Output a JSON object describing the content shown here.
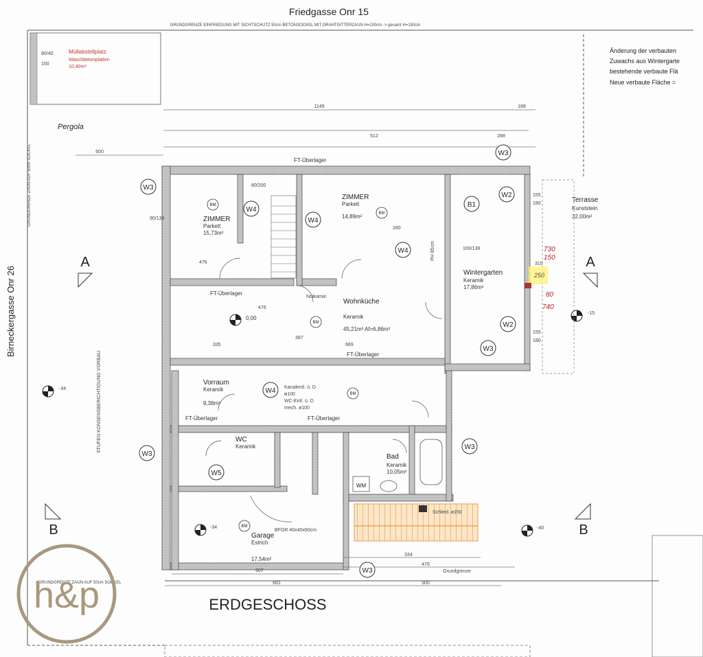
{
  "header": {
    "title": "Friedgasse Onr 15",
    "subtitle": "GRUNDGRENZE EINFRIEDUNG MIT SICHTSCHUTZ 50cm BETONSOCKEL MIT DRAHTGITTERZAUN H=100cm -> gesamt H=150cm"
  },
  "side_labels": {
    "left_street": "Birneckergasse Onr 26",
    "left_fence": "GRUNDGRENZE ZAUN AUF 50cm SOCKEL",
    "stairs_note": "STUFEN KONSENSBERICHTIGUNG VORBAU",
    "bottom_fence": "GRUNDGRENZE ZAUN AUF 50cm SOCKEL",
    "grundgrenze": "Grundgrenze"
  },
  "notes": [
    "Änderung der verbauten",
    "Zuwachs aus Wintergarte",
    "bestehende verbaute Flä",
    "Neue verbaute Fläche ="
  ],
  "muell": {
    "title": "Müllabstellplatz",
    "sub": "Waschbetonplatten",
    "area": "10,40m²",
    "dim1": "80/40",
    "dim2": "150"
  },
  "pergola": "Pergola",
  "rooms": {
    "zimmer1": {
      "name": "ZIMMER",
      "floor": "Parkett",
      "area": "15,73m²"
    },
    "zimmer2": {
      "name": "ZIMMER",
      "floor": "Parkett",
      "area": "14,89m²"
    },
    "wohnkueche": {
      "name": "Wohnküche",
      "floor": "Keramik",
      "area": "45,21m²  Af=6,86m²"
    },
    "wintergarten": {
      "name": "Wintergarten",
      "floor": "Keramik",
      "area": "17,86m²"
    },
    "terrasse": {
      "name": "Terrasse",
      "floor": "Kunststein",
      "area": "32,00m²"
    },
    "vorraum": {
      "name": "Vorraum",
      "floor": "Keramik",
      "area": "9,38m²"
    },
    "wc": {
      "name": "WC",
      "floor": "Keramik"
    },
    "bad": {
      "name": "Bad",
      "floor": "Keramik",
      "area": "10,05m²"
    },
    "garage": {
      "name": "Garage",
      "floor": "Estrich",
      "area": "17,54m²"
    }
  },
  "tags": {
    "w3": "W3",
    "w4": "W4",
    "w2": "W2",
    "w5": "W5",
    "b1": "B1",
    "bm": "BM",
    "wm": "WM"
  },
  "overlays": {
    "ft1": "FT-Überlager",
    "ft2": "FT-Überlager",
    "ft3": "FT-Überlager",
    "ft4": "FT-Überlager",
    "ft5": "FT-Überlager",
    "notkamin": "Notkamin",
    "kanal": "Kanalentl. ü. D",
    "kanal2": "ø100",
    "wc_entl": "WC-Entl. ü. D",
    "mech": "mech. ø100",
    "schlied": "Schlied. ø150",
    "garage_note": "BFGR 40x40x60cm",
    "level": "0,00"
  },
  "sections": {
    "a": "A",
    "b": "B"
  },
  "dimensions": {
    "d1149": "1149",
    "d188": "188",
    "d500": "500",
    "d512": "512",
    "d288": "288",
    "d476": "476",
    "d387": "387",
    "d335": "335",
    "d669": "669",
    "d681": "681",
    "d607": "607",
    "d334": "334",
    "d476b": "476",
    "d500b": "500",
    "d155": "155",
    "d180": "180",
    "d280": "280",
    "d315": "315",
    "d100_139": "100/139",
    "d90_139": "90/139",
    "d80_200": "80/200",
    "m34": "-34",
    "m15": "-15",
    "m40": "-40",
    "pn85": "PH 85cm",
    "hand1": "730",
    "hand2": "150",
    "hand3": "250",
    "hand4": "80",
    "hand5": "740"
  },
  "floor_title": "ERDGESCHOSS",
  "logo": "h&p"
}
